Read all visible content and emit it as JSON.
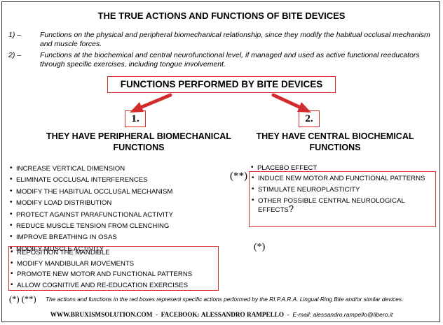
{
  "title": "THE TRUE ACTIONS AND FUNCTIONS OF BITE DEVICES",
  "intro": [
    {
      "num": "1) –",
      "text": "Functions on the physical and peripheral biomechanical relationship, since they modify the habitual occlusal mechanism and muscle forces."
    },
    {
      "num": "2) –",
      "text": "Functions at the biochemical and central neurofunctional level, if managed and used as active functional reeducators through specific exercises, including tongue involvement."
    }
  ],
  "central": "FUNCTIONS PERFORMED BY BITE DEVICES",
  "arrow_color": "#d32c2c",
  "box_color": "#d32c2c",
  "col1": {
    "num": "1.",
    "heading_line1": "THEY HAVE PERIPHERAL BIOMECHANICAL",
    "heading_line2": "FUNCTIONS",
    "items": [
      "INCREASE VERTICAL DIMENSION",
      "ELIMINATE OCCLUSAL INTERFERENCES",
      "MODIFY THE HABITUAL OCCLUSAL MECHANISM",
      "MODIFY LOAD DISTRIBUTION",
      "PROTECT AGAINST PARAFUNCTIONAL ACTIVITY",
      "REDUCE MUSCLE TENSION FROM CLENCHING",
      "IMPROVE BREATHING IN OSAS",
      "MODIFY MUSCLE ACTIVITY"
    ],
    "boxed_items": [
      "REPOSITION THE MANDIBLE",
      "MODIFY MANDIBULAR MOVEMENTS",
      "PROMOTE NEW MOTOR AND FUNCTIONAL PATTERNS",
      "ALLOW COGNITIVE AND RE-EDUCATION EXERCISES"
    ],
    "marker": "(*)"
  },
  "col2": {
    "num": "2.",
    "heading_line1": "THEY HAVE CENTRAL BIOCHEMICAL",
    "heading_line2": "FUNCTIONS",
    "items": [
      "PLACEBO EFFECT"
    ],
    "boxed_items": [
      "INDUCE NEW MOTOR AND FUNCTIONAL PATTERNS",
      "STIMULATE NEUROPLASTICITY"
    ],
    "last_item": "OTHER POSSIBLE CENTRAL NEUROLOGICAL EFFECTS",
    "last_item_mark": "?",
    "marker": "(**)"
  },
  "footnote": {
    "markers": "(*) (**)",
    "text": "The actions and functions in the red boxes represent specific actions performed by the RI.P.A.R.A. Lingual Ring Bite and/or similar devices."
  },
  "footer": {
    "website": "WWW.BRUXISMSOLUTION.COM",
    "sep1": "-",
    "facebook_label": "FACEBOOK:",
    "facebook_name": "ALESSANDRO RAMPELLO",
    "sep2": "-",
    "email": "E-mail: alessandro.rampello@libero.it"
  }
}
